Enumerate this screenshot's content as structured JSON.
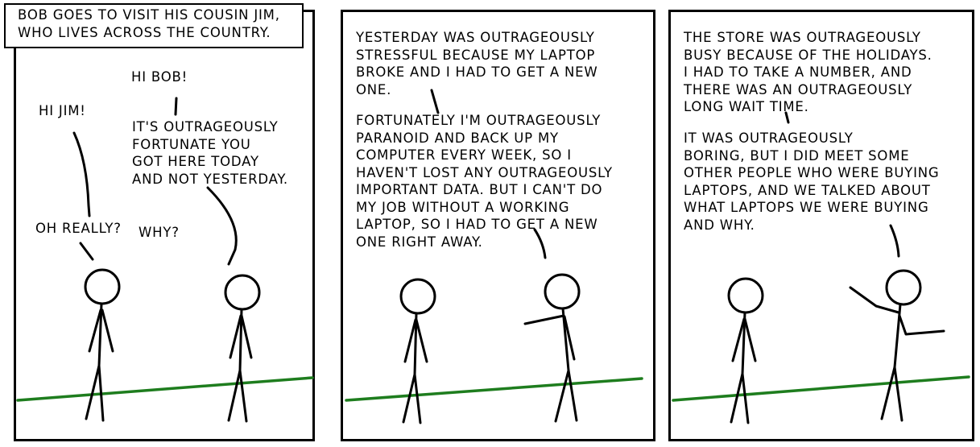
{
  "panel1": {
    "caption": "BOB GOES TO VISIT HIS COUSIN JIM,\nWHO LIVES ACROSS THE COUNTRY.",
    "hi_jim": "HI JIM!",
    "hi_bob": "HI BOB!",
    "fortunate": "IT'S OUTRAGEOUSLY\nFORTUNATE YOU\nGOT HERE TODAY\nAND NOT YESTERDAY.",
    "oh_really": "OH REALLY?",
    "why": "WHY?"
  },
  "panel2": {
    "stressful": "YESTERDAY WAS OUTRAGEOUSLY\nSTRESSFUL BECAUSE MY LAPTOP\nBROKE AND I HAD TO GET A NEW\nONE.",
    "paranoid": "FORTUNATELY I'M OUTRAGEOUSLY\nPARANOID AND BACK UP MY\nCOMPUTER EVERY WEEK, SO I\nHAVEN'T LOST ANY OUTRAGEOUSLY\nIMPORTANT DATA. BUT I CAN'T DO\nMY JOB WITHOUT A WORKING\nLAPTOP, SO I HAD TO GET A NEW\nONE RIGHT AWAY."
  },
  "panel3": {
    "store": "THE STORE WAS OUTRAGEOUSLY\nBUSY BECAUSE OF THE HOLIDAYS.\nI HAD TO TAKE A NUMBER, AND\nTHERE WAS AN OUTRAGEOUSLY\nLONG WAIT TIME.",
    "boring": "IT WAS OUTRAGEOUSLY\nBORING, BUT I DID MEET SOME\nOTHER PEOPLE WHO WERE BUYING\nLAPTOPS, AND WE TALKED ABOUT\nWHAT LAPTOPS WE WERE BUYING\nAND WHY."
  },
  "colors": {
    "ground": "#1e7d1e",
    "ink": "#000000"
  }
}
